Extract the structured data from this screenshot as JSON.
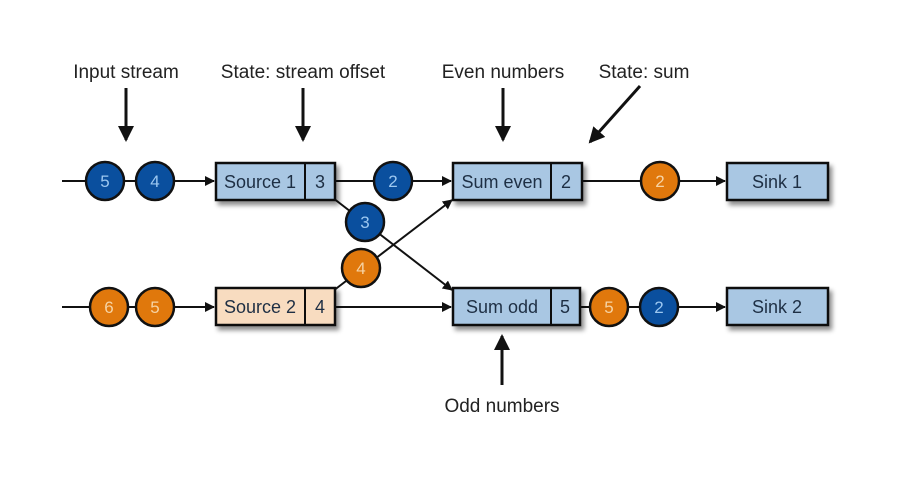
{
  "colors": {
    "blue_event": "#0a4f9e",
    "blue_event_text": "#9cc7f0",
    "orange_event": "#e0780c",
    "orange_event_text": "#f6d3a4",
    "operator_blue": "#a9c7e3",
    "operator_peach": "#f8dcc0",
    "stroke": "#111111"
  },
  "annotations": {
    "input_stream": "Input stream",
    "state_stream_offset": "State: stream offset",
    "even_numbers": "Even numbers",
    "state_sum": "State: sum",
    "odd_numbers": "Odd numbers"
  },
  "operators": {
    "source1": {
      "label": "Source 1",
      "state": "3"
    },
    "source2": {
      "label": "Source 2",
      "state": "4"
    },
    "sum_even": {
      "label": "Sum even",
      "state": "2"
    },
    "sum_odd": {
      "label": "Sum odd",
      "state": "5"
    },
    "sink1": {
      "label": "Sink 1"
    },
    "sink2": {
      "label": "Sink 2"
    }
  },
  "events": {
    "input1_a": {
      "value": "5",
      "color": "blue"
    },
    "input1_b": {
      "value": "4",
      "color": "blue"
    },
    "input2_a": {
      "value": "6",
      "color": "orange"
    },
    "input2_b": {
      "value": "5",
      "color": "orange"
    },
    "src1_to_even": {
      "value": "2",
      "color": "blue"
    },
    "src1_to_odd": {
      "value": "3",
      "color": "blue"
    },
    "src2_to_even": {
      "value": "4",
      "color": "orange"
    },
    "even_to_sink1": {
      "value": "2",
      "color": "orange"
    },
    "odd_to_sink2_a": {
      "value": "5",
      "color": "orange"
    },
    "odd_to_sink2_b": {
      "value": "2",
      "color": "blue"
    }
  }
}
